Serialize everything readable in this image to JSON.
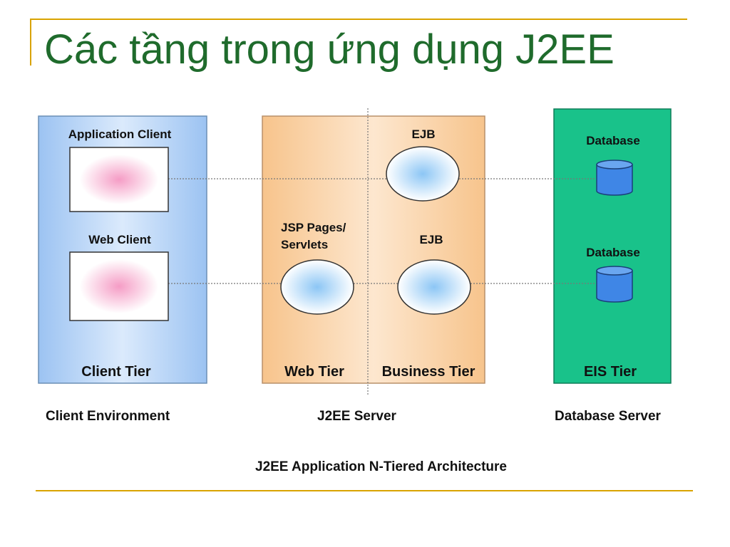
{
  "slide": {
    "title": "Các tầng trong ứng dụng J2EE"
  },
  "diagram": {
    "client_tier": {
      "tier_label": "Client Tier",
      "app_client_label": "Application Client",
      "web_client_label": "Web Client",
      "environment_label": "Client  Environment"
    },
    "web_tier": {
      "tier_label": "Web Tier",
      "component_label_line1": "JSP Pages/",
      "component_label_line2": "Servlets"
    },
    "business_tier": {
      "tier_label": "Business Tier",
      "ejb_top_label": "EJB",
      "ejb_bottom_label": "EJB"
    },
    "server": {
      "label": "J2EE  Server"
    },
    "eis_tier": {
      "tier_label": "EIS Tier",
      "db_top_label": "Database",
      "db_bottom_label": "Database",
      "server_label": "Database Server"
    },
    "caption": "J2EE Application N-Tiered Architecture",
    "colors": {
      "client_fill": "#a8ccf5",
      "server_fill": "#f8cc9a",
      "eis_fill": "#19c28a",
      "client_box_fill": "#f6a8cc",
      "ellipse_fill": "#9fd0f6",
      "db_fill": "#3f86e6",
      "title_color": "#1f6b2c",
      "accent_line": "#d9a300"
    }
  }
}
